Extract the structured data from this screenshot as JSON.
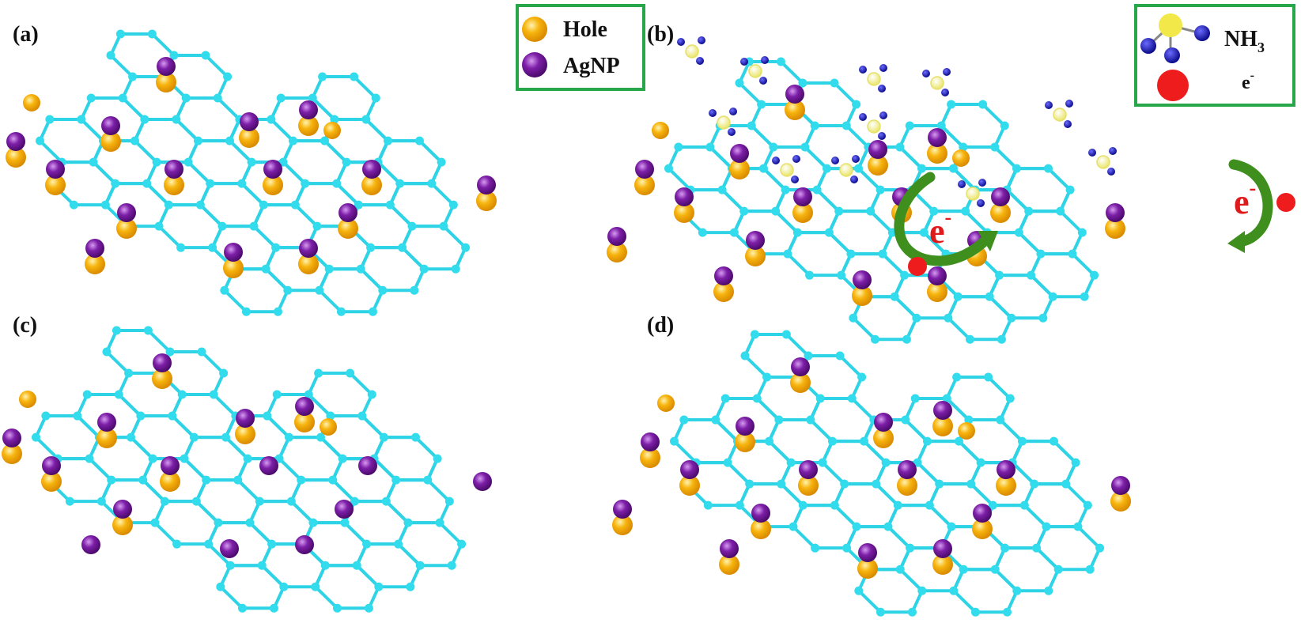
{
  "panels": [
    {
      "id": "a",
      "label": "(a)"
    },
    {
      "id": "b",
      "label": "(b)"
    },
    {
      "id": "c",
      "label": "(c)"
    },
    {
      "id": "d",
      "label": "(d)"
    }
  ],
  "legend_a": {
    "hole": "Hole",
    "agnp": "AgNP"
  },
  "legend_b": {
    "nh3_main": "NH",
    "nh3_sub": "3",
    "electron_main": "e",
    "electron_sup": "-"
  },
  "annotations": {
    "electron_main": "e",
    "electron_sup": "-"
  },
  "colors": {
    "lattice": "#2fd3e6",
    "node": "#33dcec",
    "hole": "#f7b40e",
    "agnp": "#7d1fa8",
    "nh3_n": "#1414b4",
    "nh3_h": "#f2ef8a",
    "electron": "#ee1c1c",
    "arrow": "#3f8f1f",
    "legend_border": "#27a74a",
    "label_red": "#e01a1a"
  },
  "icons": [
    "hole-particle-icon",
    "agnp-particle-icon",
    "nh3-molecule-icon",
    "electron-icon",
    "curved-arrow-icon"
  ]
}
